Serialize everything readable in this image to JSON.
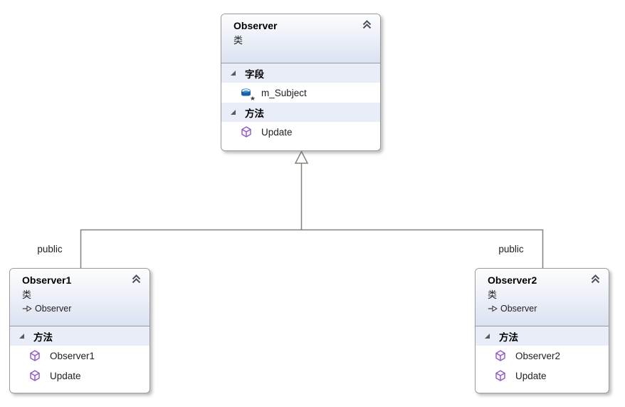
{
  "connectors": {
    "type": "inheritance",
    "left_label": "public",
    "right_label": "public"
  },
  "classes": [
    {
      "title": "Observer",
      "stereotype": "类",
      "sections": [
        {
          "label": "字段",
          "members": [
            {
              "name": "m_Subject",
              "icon": "field-icon"
            }
          ]
        },
        {
          "label": "方法",
          "members": [
            {
              "name": "Update",
              "icon": "method-icon"
            }
          ]
        }
      ]
    },
    {
      "title": "Observer1",
      "stereotype": "类",
      "inherits": "Observer",
      "sections": [
        {
          "label": "方法",
          "members": [
            {
              "name": "Observer1",
              "icon": "method-icon"
            },
            {
              "name": "Update",
              "icon": "method-icon"
            }
          ]
        }
      ]
    },
    {
      "title": "Observer2",
      "stereotype": "类",
      "inherits": "Observer",
      "sections": [
        {
          "label": "方法",
          "members": [
            {
              "name": "Observer2",
              "icon": "method-icon"
            },
            {
              "name": "Update",
              "icon": "method-icon"
            }
          ]
        }
      ]
    }
  ],
  "colors": {
    "header_gradient_end": "#dbe2f1",
    "section_background": "#e8edf8",
    "box_border": "#9b9b9b",
    "connector_line": "#82827a",
    "method_icon_purple": "#8a5bc0",
    "field_icon_blue": "#1d5fa5"
  }
}
